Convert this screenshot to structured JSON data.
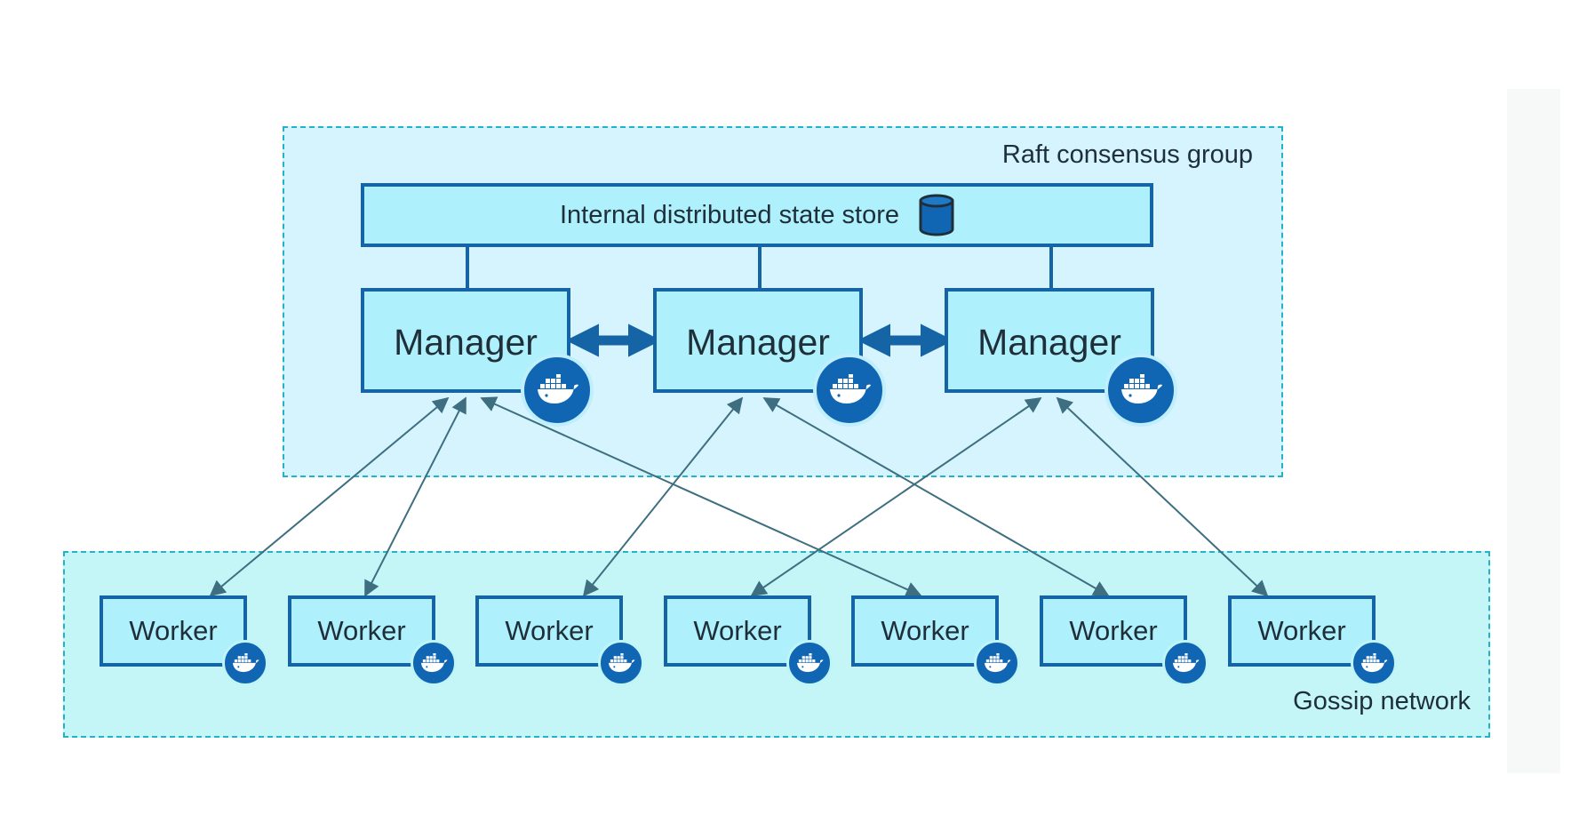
{
  "raft_group": {
    "label": "Raft consensus group"
  },
  "state_store": {
    "label": "Internal distributed state store",
    "icon": "database-icon"
  },
  "managers": [
    {
      "label": "Manager",
      "icon": "docker-whale-icon"
    },
    {
      "label": "Manager",
      "icon": "docker-whale-icon"
    },
    {
      "label": "Manager",
      "icon": "docker-whale-icon"
    }
  ],
  "workers": [
    {
      "label": "Worker",
      "icon": "docker-whale-icon"
    },
    {
      "label": "Worker",
      "icon": "docker-whale-icon"
    },
    {
      "label": "Worker",
      "icon": "docker-whale-icon"
    },
    {
      "label": "Worker",
      "icon": "docker-whale-icon"
    },
    {
      "label": "Worker",
      "icon": "docker-whale-icon"
    },
    {
      "label": "Worker",
      "icon": "docker-whale-icon"
    },
    {
      "label": "Worker",
      "icon": "docker-whale-icon"
    }
  ],
  "gossip_network": {
    "label": "Gossip network"
  },
  "colors": {
    "node_border": "#1565a6",
    "node_fill": "#aef0fb",
    "raft_fill": "#d5f4fd",
    "gossip_fill": "#c5f6f7",
    "dashed_border": "#22b3c8",
    "docker_blue": "#1166b4",
    "link": "#3d6f80"
  }
}
